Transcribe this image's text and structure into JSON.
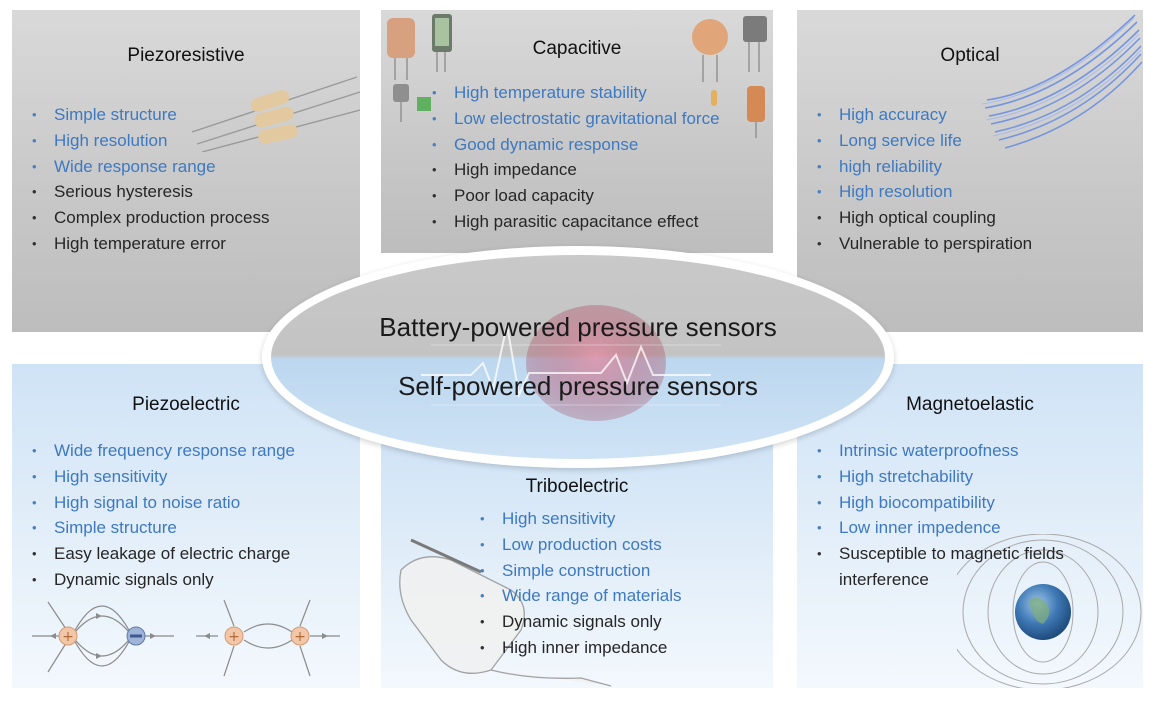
{
  "center": {
    "top_label": "Battery-powered pressure sensors",
    "bottom_label": "Self-powered pressure sensors"
  },
  "panels": {
    "piezoresistive": {
      "title": "Piezoresistive",
      "pros": [
        "Simple structure",
        "High resolution",
        "Wide response range"
      ],
      "cons": [
        "Serious hysteresis",
        "Complex production process",
        "High temperature error"
      ]
    },
    "capacitive": {
      "title": "Capacitive",
      "pros": [
        "High temperature stability",
        "Low electrostatic gravitational force",
        "Good dynamic response"
      ],
      "cons": [
        "High impedance",
        "Poor load capacity",
        "High parasitic capacitance effect"
      ]
    },
    "optical": {
      "title": "Optical",
      "pros": [
        "High accuracy",
        "Long service life",
        "high reliability",
        "High resolution"
      ],
      "cons": [
        "High optical coupling",
        "Vulnerable to perspiration"
      ]
    },
    "piezoelectric": {
      "title": "Piezoelectric",
      "pros": [
        "Wide frequency response range",
        "High sensitivity",
        "High signal to noise ratio",
        "Simple structure"
      ],
      "cons": [
        "Easy leakage of electric charge",
        "Dynamic signals only"
      ]
    },
    "triboelectric": {
      "title": "Triboelectric",
      "pros": [
        "High sensitivity",
        "Low production costs",
        "Simple construction",
        "Wide range of materials"
      ],
      "cons": [
        "Dynamic signals only",
        "High inner impedance"
      ]
    },
    "magnetoelastic": {
      "title": "Magnetoelastic",
      "pros": [
        "Intrinsic waterproofness",
        "High stretchability",
        "High biocompatibility",
        "Low inner impedence"
      ],
      "cons": [
        "Susceptible to magnetic fields interference"
      ]
    }
  },
  "colors": {
    "pro_text": "#3d79c2",
    "con_text": "#262626",
    "gray_panel": "#c9c9c9",
    "blue_panel": "#dbe9f7"
  }
}
